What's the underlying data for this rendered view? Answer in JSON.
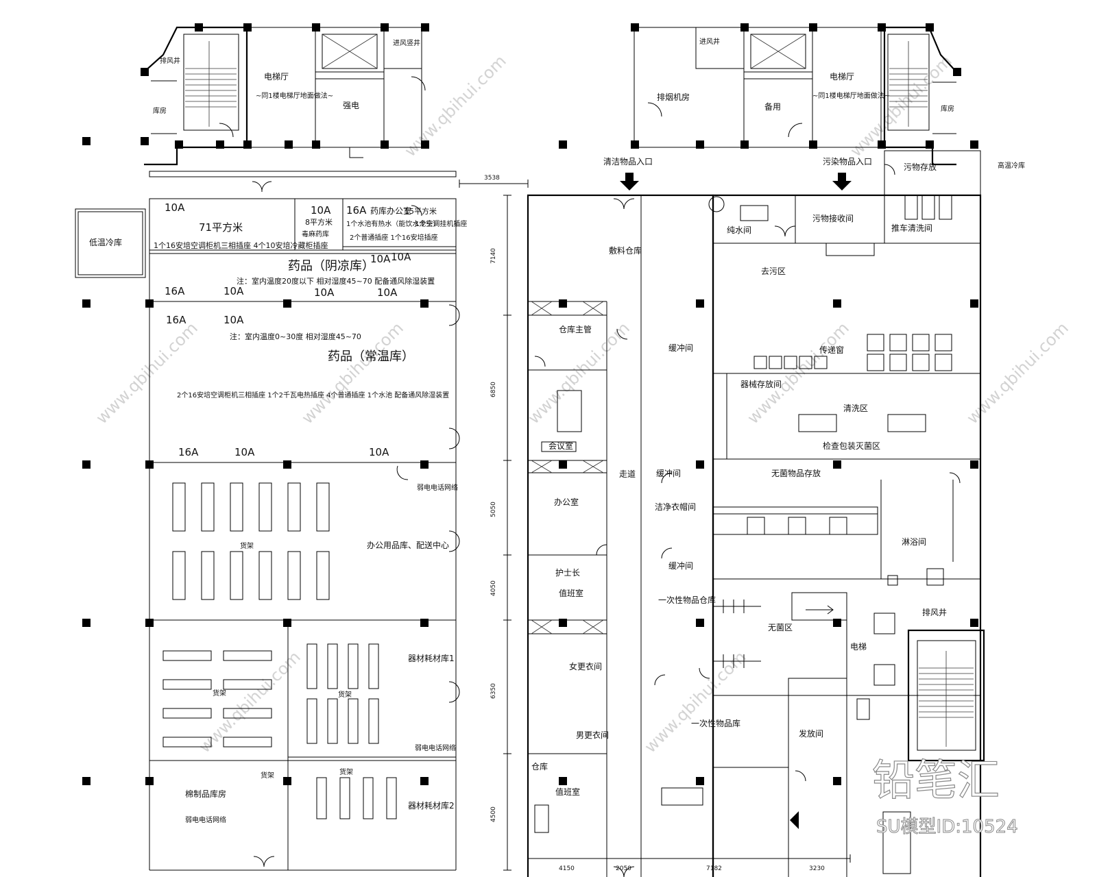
{
  "rooms": {
    "elevator_hall_left": "电梯厅",
    "elevator_hall_note_left": "~同1楼电梯厅地面做法~",
    "elevator_hall_right": "电梯厅",
    "elevator_hall_note_right": "~同1楼电梯厅地面做法~",
    "exhaust_shaft_left": "排风井",
    "storage_left": "库房",
    "strong_power": "强电",
    "fresh_air": "进风竖井",
    "exhaust_room": "排烟机房",
    "spare": "备用",
    "fresh_air_shaft_right": "进风井",
    "storage_right": "库房",
    "cold_storage": "低温冷库",
    "high_temp_storage": "高温冷库",
    "transfer_room": "污物存放",
    "medicine_cool": "药品（阴凉库）",
    "medicine_normal": "药品（常温库）",
    "drug_office": "药库办公室",
    "narcotics": "毒麻药库",
    "shelf": "货架",
    "office_supply_center": "办公用品库、配送中心",
    "equipment_store_1": "器材耗材库1",
    "equipment_store_2": "器材耗材库2",
    "cotton_store": "棉制品库房",
    "weak_network_1": "弱电电话网络",
    "weak_network_2": "弱电电话网络",
    "weak_network_3": "弱电电话网络",
    "sterile_warehouse": "敷料仓库",
    "warehouse_manager": "仓库主管",
    "meeting_room": "会议室",
    "office": "办公室",
    "head_nurse": "护士长",
    "staff_room": "值班室",
    "changing_female": "女更衣间",
    "changing_male": "男更衣间",
    "storage_small": "仓库",
    "duty_room": "值班室",
    "corridor": "走道",
    "clean_entry": "清洁物品入口",
    "dirty_entry": "污染物品入口",
    "dirty_reception": "污物接收间",
    "cart_wash": "推车清洗间",
    "washing_area": "去污区",
    "sterile_supply": "无菌物品存放",
    "packing_area": "检查包装灭菌区",
    "instrument_storage": "器械存放间",
    "cleaning_area": "清洗区",
    "pass_window": "传递窗",
    "buffer_room": "缓冲间",
    "water_treatment": "纯水间",
    "sterile_area": "无菌区",
    "disinfection_supply": "一次性物品仓库",
    "shower_room": "淋浴间",
    "clean_dressing": "洁净衣帽间",
    "disposable_store": "一次性物品库",
    "distribution": "发放间",
    "stair_shaft": "排风井",
    "elevator_small": "电梯"
  },
  "notes": {
    "cool_area": "71平方米",
    "cool_equipment": "1个16安培空调柜机三相插座   4个10安培冷藏柜插座",
    "cool_condition": "注：室内温度20度以下   相对湿度45~70   配备通风除湿装置",
    "narcotics_area": "8平方米",
    "office_area": "15平方米",
    "office_equipment_1": "1个水池有热水（能饮水龙头）",
    "office_equipment_2": "1个空调挂机插座",
    "office_equipment_3": "2个普通插座   1个16安培插座",
    "normal_condition": "注：室内温度0~30度   相对湿度45~70",
    "normal_equipment": "2个16安培空调柜机三相插座   1个2千瓦电热插座   4个普通插座   1个水池   配备通风除湿装置"
  },
  "sockets": [
    "10A",
    "10A",
    "16A",
    "10A",
    "16A",
    "10A",
    "10A",
    "10A",
    "16A",
    "10A",
    "16A",
    "10A",
    "10A",
    "10A"
  ],
  "dimensions": {
    "top": "3538",
    "left": [
      "7140",
      "6850",
      "5050",
      "4050",
      "6350",
      "4500"
    ],
    "bottom": [
      "4150",
      "2050",
      "7182",
      "3230"
    ]
  },
  "watermark": {
    "logo": "铅笔汇",
    "model_id": "SU模型ID:10524",
    "site": "www.qbihui.com"
  }
}
